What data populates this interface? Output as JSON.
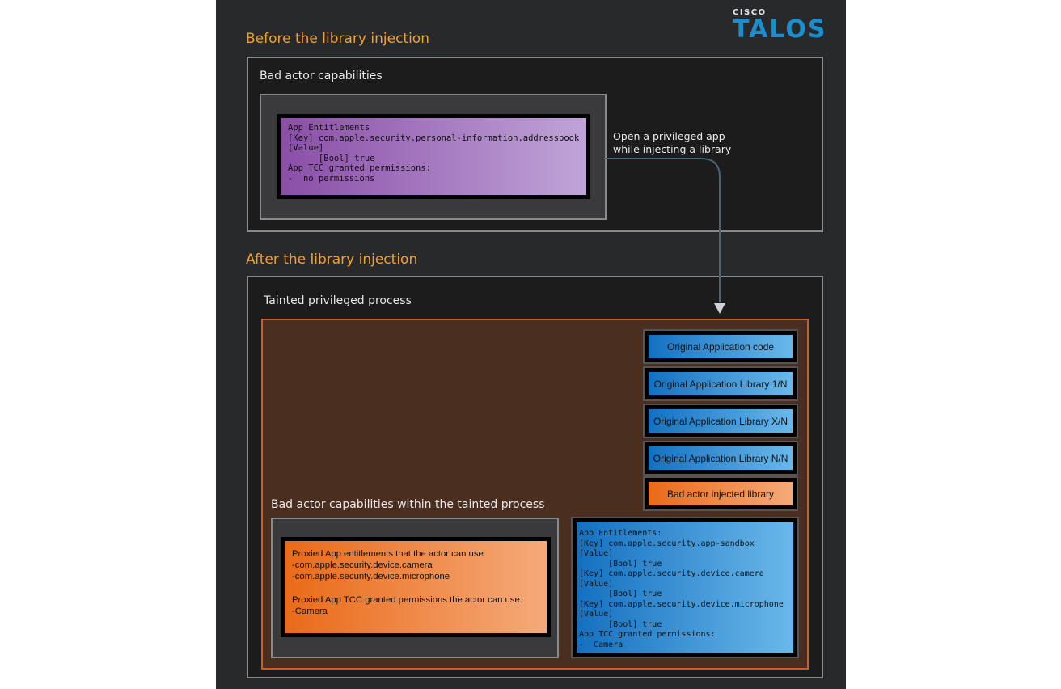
{
  "logo": {
    "brand_small": "CISCO",
    "brand_large": "TALOS"
  },
  "before": {
    "title": "Before the library injection",
    "panel_label": "Bad actor capabilities",
    "code_text": "App Entitlements\n[Key] com.apple.security.personal-information.addressbook\n[Value]\n      [Bool] true\nApp TCC granted permissions:\n-  no permissions"
  },
  "arrow_label": {
    "line1": "Open a privileged app",
    "line2": "while injecting a library"
  },
  "after": {
    "title": "After the library injection",
    "panel_label": "Tainted privileged process",
    "libraries": [
      "Original Application code",
      "Original Application Library 1/N",
      "Original Application Library X/N",
      "Original Application Library N/N"
    ],
    "injected_library": "Bad actor injected library",
    "capabilities_label": "Bad actor capabilities within the tainted process",
    "proxied_text": "Proxied App entitlements that the actor can use:\n-com.apple.security.device.camera\n-com.apple.security.device.microphone\n\nProxied App TCC granted permissions the actor can use:\n-Camera",
    "entitlements_text": "App Entitlements:\n[Key] com.apple.security.app-sandbox\n[Value]\n      [Bool] true\n[Key] com.apple.security.device.camera\n[Value]\n      [Bool] true\n[Key] com.apple.security.device.microphone\n[Value]\n      [Bool] true\nApp TCC granted permissions:\n-  Camera"
  },
  "colors": {
    "background": "#28292b",
    "section_title": "#f0a030",
    "purple_box_start": "#8a4ea8",
    "purple_box_end": "#c0a4d8",
    "blue_box_start": "#1470c0",
    "blue_box_end": "#6ab8ea",
    "orange_box_start": "#ea6a18",
    "orange_box_end": "#f5aa7a",
    "tainted_process_fill": "#4a2e20",
    "tainted_process_border": "#c85f28",
    "arrow": "#4a6478"
  }
}
